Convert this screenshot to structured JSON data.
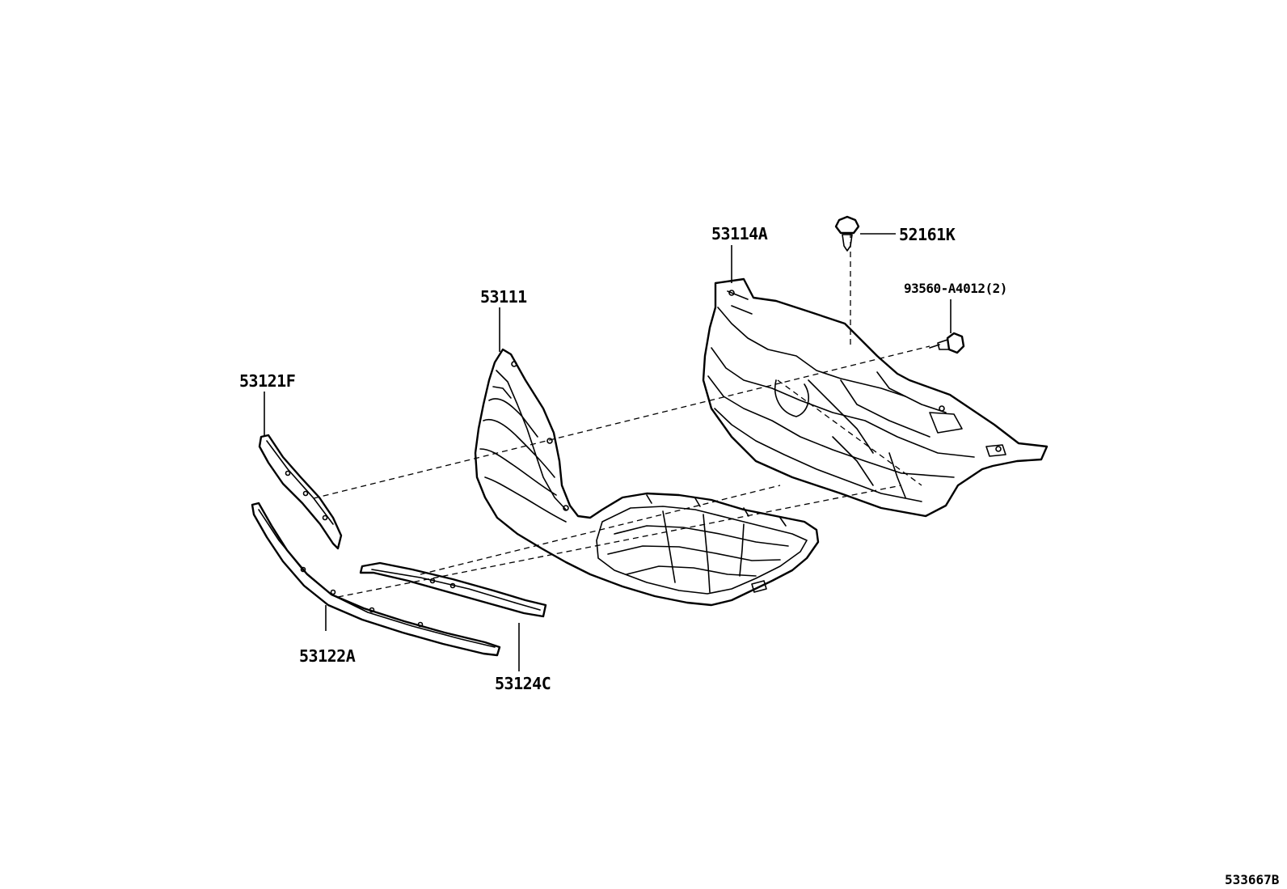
{
  "parts": {
    "grille_main": "53111",
    "grille_sub": "53114A",
    "clip": "52161K",
    "screw": "93560-A4012(2)",
    "molding_upper": "53121F",
    "molding_lower": "53122A",
    "molding_center": "53124C"
  },
  "reference": "533667B"
}
